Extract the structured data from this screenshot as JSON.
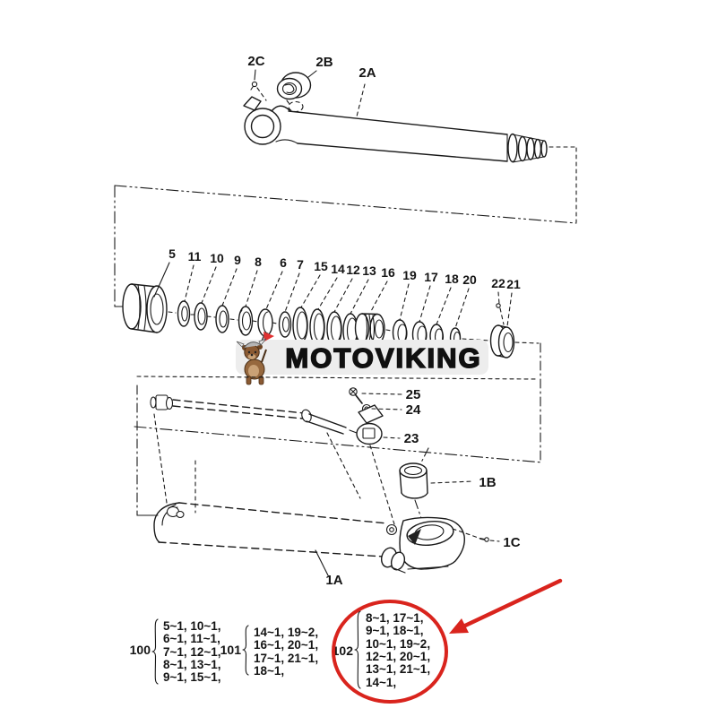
{
  "colors": {
    "red": "#d9241d",
    "ink": "#1a1a1a",
    "badge_bg": "#ededed"
  },
  "watermark": {
    "text": "MOTOVIKING"
  },
  "labels": {
    "rod_pin": "2C",
    "rod_cap": "2B",
    "rod": "2A",
    "seals": [
      "5",
      "11",
      "10",
      "9",
      "8",
      "6",
      "7",
      "15",
      "14",
      "12",
      "13",
      "16",
      "19",
      "17",
      "18",
      "20",
      "22",
      "21"
    ],
    "bolt": "25",
    "nut": "24",
    "valve": "23",
    "bushing": "1B",
    "grease_fitting": "1C",
    "tube": "1A"
  },
  "part_groups": [
    {
      "id": "100",
      "rows": [
        "5~1, 10~1,",
        "6~1, 11~1,",
        "7~1, 12~1,",
        "8~1, 13~1,",
        "9~1, 15~1,"
      ],
      "highlighted": false
    },
    {
      "id": "101",
      "rows": [
        "14~1, 19~2,",
        "16~1, 20~1,",
        "17~1, 21~1,",
        "18~1,"
      ],
      "highlighted": false
    },
    {
      "id": "102",
      "rows": [
        "8~1, 17~1,",
        "9~1, 18~1,",
        "10~1, 19~2,",
        "12~1, 20~1,",
        "13~1, 21~1,",
        "14~1,"
      ],
      "highlighted": true
    }
  ]
}
